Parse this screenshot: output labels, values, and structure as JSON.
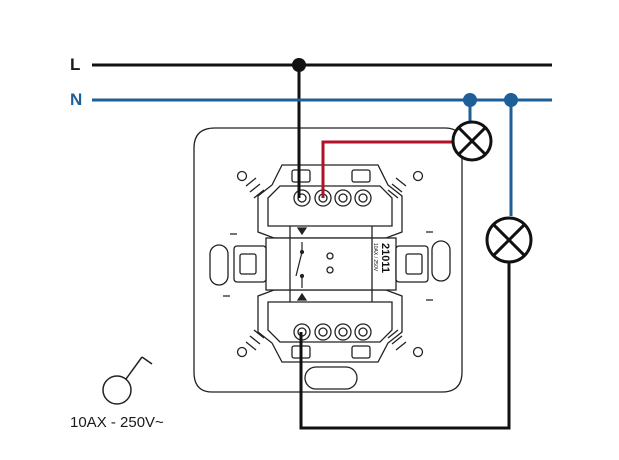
{
  "lines": {
    "live_label": "L",
    "neutral_label": "N"
  },
  "device": {
    "model": "21011",
    "rating_small": "10AX / 250V",
    "rating": "10AX - 250V~"
  },
  "colors": {
    "live_wire": "#111111",
    "neutral_wire": "#1e5f97",
    "switched_wire": "#b0122a",
    "housing": "#222222",
    "lamp": "#111111"
  },
  "icons": {
    "switch_symbol": "switch-symbol-icon",
    "lamp": "lamp-icon"
  }
}
